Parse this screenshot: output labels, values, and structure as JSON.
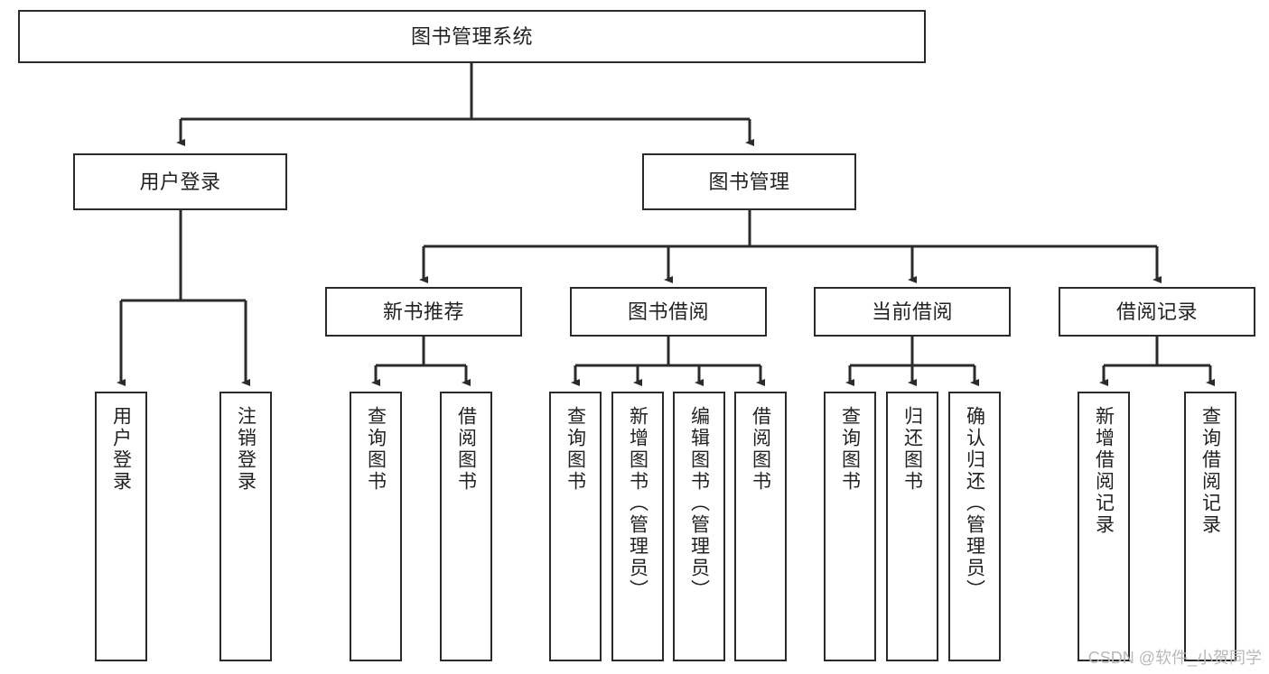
{
  "diagram": {
    "title": "图书管理系统",
    "type": "tree-hierarchy-diagram",
    "colors": {
      "box_border": "#2b2b2b",
      "box_fill": "#ffffff",
      "edge": "#2b2b2b",
      "text": "#222222",
      "watermark": "#b9b9b9",
      "background": "#ffffff"
    },
    "watermark": "CSDN @软件_小贺同学",
    "levels": {
      "root": {
        "label": "图书管理系统"
      },
      "level2": [
        {
          "label": "用户登录"
        },
        {
          "label": "图书管理"
        }
      ],
      "level3": [
        {
          "label": "新书推荐"
        },
        {
          "label": "图书借阅"
        },
        {
          "label": "当前借阅"
        },
        {
          "label": "借阅记录"
        }
      ],
      "leaves": {
        "user_login": [
          {
            "label": "用户登录"
          },
          {
            "label": "注销登录"
          }
        ],
        "new_book_recommend": [
          {
            "label": "查询图书"
          },
          {
            "label": "借阅图书"
          }
        ],
        "book_borrow": [
          {
            "label": "查询图书"
          },
          {
            "label": "新增图书（管理员）"
          },
          {
            "label": "编辑图书（管理员）"
          },
          {
            "label": "借阅图书"
          }
        ],
        "current_borrow": [
          {
            "label": "查询图书"
          },
          {
            "label": "归还图书"
          },
          {
            "label": "确认归还（管理员）"
          }
        ],
        "borrow_record": [
          {
            "label": "新增借阅记录"
          },
          {
            "label": "查询借阅记录"
          }
        ]
      }
    }
  }
}
